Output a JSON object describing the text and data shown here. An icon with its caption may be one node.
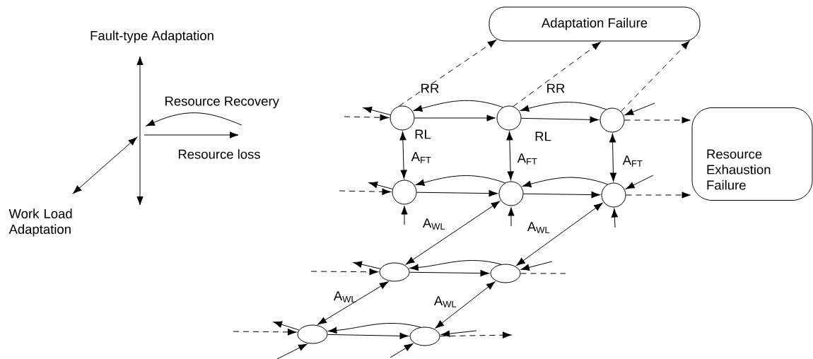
{
  "diagram": {
    "nodes": [
      {
        "text": [
          "Adaptation Failure"
        ]
      },
      {
        "text": [
          "Resource Exhaustion Failure"
        ]
      },
      {
        "text": [],
        "shape": "circle"
      },
      {
        "text": [],
        "shape": "circle"
      },
      {
        "text": [],
        "shape": "circle"
      },
      {
        "text": [],
        "shape": "circle"
      },
      {
        "text": [],
        "shape": "circle"
      },
      {
        "text": [],
        "shape": "circle"
      },
      {
        "text": [],
        "shape": "ellipse"
      },
      {
        "text": [],
        "shape": "ellipse"
      },
      {
        "text": [],
        "shape": "ellipse"
      },
      {
        "text": [],
        "shape": "ellipse"
      }
    ],
    "edges": [
      {
        "from": 2,
        "to": 3,
        "arrow": "to",
        "label": "RL"
      },
      {
        "from": 3,
        "to": 4,
        "arrow": "to",
        "label": "RL"
      },
      {
        "from": 3,
        "to": 2,
        "arrow": "to",
        "label": "RR"
      },
      {
        "from": 4,
        "to": 3,
        "arrow": "to",
        "label": "RR"
      },
      {
        "from": 2,
        "to": 0,
        "arrow": "to",
        "style": "dashed"
      },
      {
        "from": 3,
        "to": 0,
        "arrow": "to",
        "style": "dashed"
      },
      {
        "from": 4,
        "to": 0,
        "arrow": "to",
        "style": "dashed"
      },
      {
        "from": 4,
        "to": 1,
        "arrow": "to",
        "style": "dashed"
      },
      {
        "from": 2,
        "to": 5,
        "arrow": "both",
        "label": "A$_{FT}$"
      },
      {
        "from": 3,
        "to": 6,
        "arrow": "both",
        "label": "A$_{FT}$"
      },
      {
        "from": 4,
        "to": 7,
        "arrow": "both",
        "label": "A$_{FT}$"
      },
      {
        "from": 5,
        "to": 6,
        "arrow": "to"
      },
      {
        "from": 6,
        "to": 7,
        "arrow": "to"
      },
      {
        "from": 6,
        "to": 5,
        "arrow": "to"
      },
      {
        "from": 7,
        "to": 6,
        "arrow": "to"
      },
      {
        "from": 7,
        "to": 1,
        "arrow": "to",
        "style": "dashed"
      },
      {
        "from": 8,
        "to": 6,
        "arrow": "both",
        "label": "A$_{WL}$"
      },
      {
        "from": 9,
        "to": 7,
        "arrow": "both",
        "label": "A$_{WL}$"
      },
      {
        "from": 8,
        "to": 9,
        "arrow": "to"
      },
      {
        "from": 9,
        "to": 8,
        "arrow": "to"
      },
      {
        "from": 10,
        "to": 8,
        "arrow": "both",
        "label": "A$_{WL}$"
      },
      {
        "from": 11,
        "to": 9,
        "arrow": "both",
        "label": "A$_{WL}$"
      },
      {
        "from": 10,
        "to": 11,
        "arrow": "to"
      },
      {
        "from": 11,
        "to": 10,
        "arrow": "to"
      },
      {
        "from": null,
        "to": 2,
        "arrow": "to",
        "style": "dashed"
      },
      {
        "from": 2,
        "to": null,
        "arrow": "to"
      },
      {
        "from": null,
        "to": 4,
        "arrow": "to"
      },
      {
        "from": null,
        "to": 5,
        "arrow": "to",
        "style": "dashed"
      },
      {
        "from": 5,
        "to": null,
        "arrow": "to"
      },
      {
        "from": null,
        "to": 5,
        "arrow": "to"
      },
      {
        "from": null,
        "to": 6,
        "arrow": "to"
      },
      {
        "from": null,
        "to": 7,
        "arrow": "to"
      },
      {
        "from": null,
        "to": 7,
        "arrow": "to"
      },
      {
        "from": null,
        "to": 8,
        "arrow": "to",
        "style": "dashed"
      },
      {
        "from": 8,
        "to": null,
        "arrow": "to"
      },
      {
        "from": null,
        "to": 9,
        "arrow": "to"
      },
      {
        "from": 9,
        "to": null,
        "arrow": "none",
        "style": "dashed"
      },
      {
        "from": null,
        "to": 10,
        "arrow": "to",
        "style": "dashed"
      },
      {
        "from": 10,
        "to": null,
        "arrow": "to"
      },
      {
        "from": null,
        "to": 10,
        "arrow": "to"
      },
      {
        "from": null,
        "to": 11,
        "arrow": "to"
      },
      {
        "from": null,
        "to": 11,
        "arrow": "to"
      },
      {
        "from": 11,
        "to": null,
        "arrow": "to",
        "style": "dashed"
      }
    ],
    "labels": [
      "Fault-type Adaptation",
      "Resource Recovery",
      "Resource loss",
      "Work Load Adaptation"
    ]
  }
}
